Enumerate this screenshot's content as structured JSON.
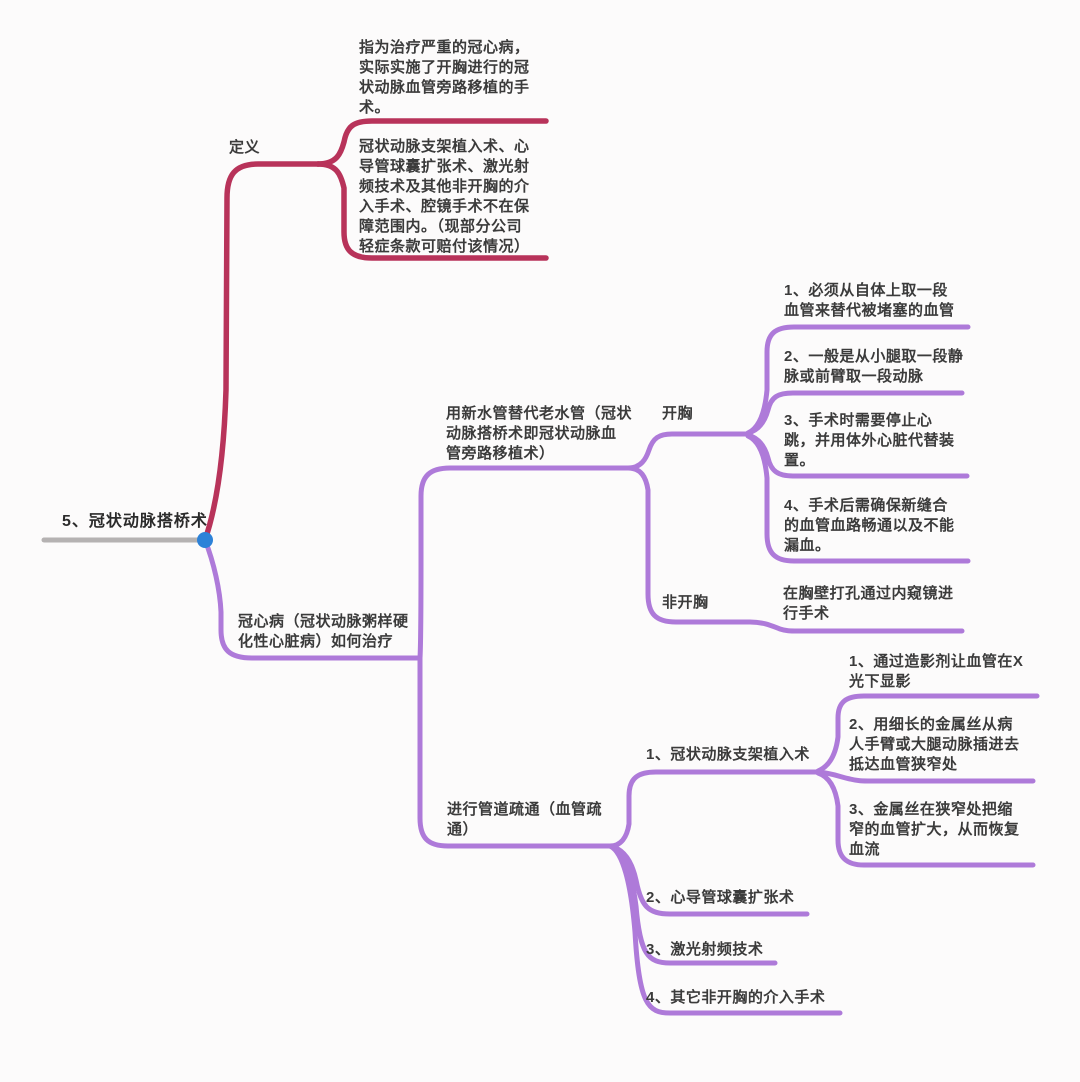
{
  "colors": {
    "background": "#fcfbfb",
    "branch_red": "#b8335a",
    "branch_purple": "#ae7ad9",
    "root_dot_blue": "#2d82d8",
    "root_line_gray": "#b5b2b2",
    "text": "#3b3b3b"
  },
  "root": {
    "label": "5、冠状动脉搭桥术"
  },
  "definition": {
    "label": "定义",
    "notes": [
      "指为治疗严重的冠心病，\n实际实施了开胸进行的冠\n状动脉血管旁路移植的手\n术。",
      "冠状动脉支架植入术、心\n导管球囊扩张术、激光射\n频技术及其他非开胸的介\n入手术、腔镜手术不在保\n障范围内。（现部分公司\n轻症条款可赔付该情况）"
    ]
  },
  "treatment": {
    "label": "冠心病（冠状动脉粥样硬\n化性心脏病）如何治疗",
    "bypass": {
      "label": "用新水管替代老水管（冠状\n动脉搭桥术即冠状动脉血\n管旁路移植术）",
      "open_chest": {
        "label": "开胸",
        "points": [
          "1、必须从自体上取一段\n血管来替代被堵塞的血管",
          "2、一般是从小腿取一段静\n脉或前臂取一段动脉",
          "3、手术时需要停止心\n跳，并用体外心脏代替装\n置。",
          "4、手术后需确保新缝合\n的血管血路畅通以及不能\n漏血。"
        ]
      },
      "non_open_chest": {
        "label": "非开胸",
        "note": "在胸壁打孔通过内窥镜进\n行手术"
      }
    },
    "dredge": {
      "label": "进行管道疏通（血管疏\n通）",
      "stent": {
        "label": "1、冠状动脉支架植入术",
        "steps": [
          "1、通过造影剂让血管在X\n光下显影",
          "2、用细长的金属丝从病\n人手臂或大腿动脉插进去\n抵达血管狭窄处",
          "3、金属丝在狭窄处把缩\n窄的血管扩大，从而恢复\n血流"
        ]
      },
      "balloon": {
        "label": "2、心导管球囊扩张术"
      },
      "laser": {
        "label": "3、激光射频技术"
      },
      "other": {
        "label": "4、其它非开胸的介入手术"
      }
    }
  }
}
